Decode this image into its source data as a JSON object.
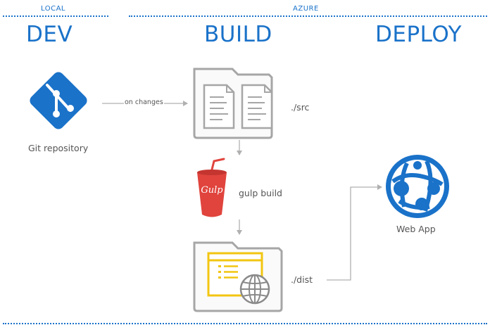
{
  "sections": {
    "local": "LOCAL",
    "azure": "AZURE"
  },
  "stages": {
    "dev": "DEV",
    "build": "BUILD",
    "deploy": "DEPLOY"
  },
  "nodes": {
    "git": "Git repository",
    "src": "./src",
    "gulp": "gulp build",
    "dist": "./dist",
    "webapp": "Web App"
  },
  "edges": {
    "on_changes": "on changes"
  },
  "gulp_logo_text": "Gulp",
  "colors": {
    "accent": "#1a72c9",
    "gulp_red": "#e0443d",
    "highlight": "#f2c511",
    "folder": "#a6a6a6",
    "arrow": "#b0b0b0"
  }
}
